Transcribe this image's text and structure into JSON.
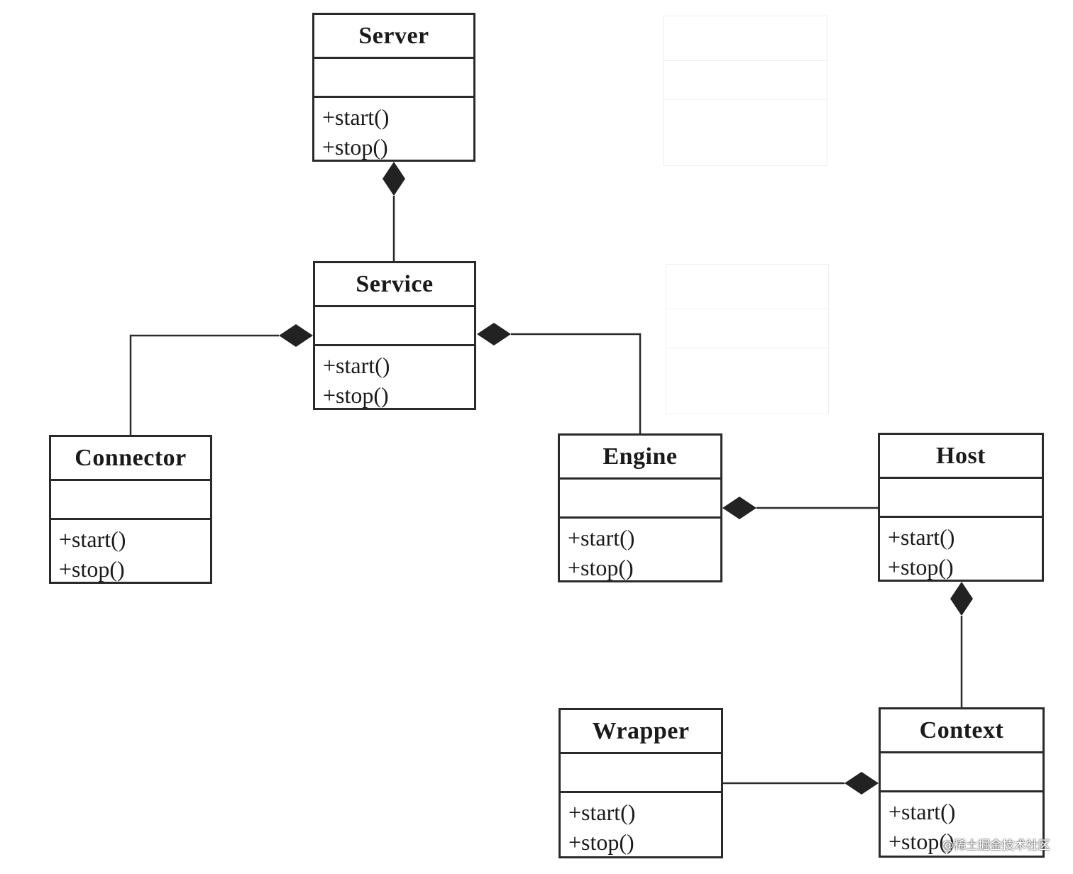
{
  "classes": {
    "server": {
      "name": "Server",
      "ops": [
        "+start()",
        "+stop()"
      ]
    },
    "service": {
      "name": "Service",
      "ops": [
        "+start()",
        "+stop()"
      ]
    },
    "connector": {
      "name": "Connector",
      "ops": [
        "+start()",
        "+stop()"
      ]
    },
    "engine": {
      "name": "Engine",
      "ops": [
        "+start()",
        "+stop()"
      ]
    },
    "host": {
      "name": "Host",
      "ops": [
        "+start()",
        "+stop()"
      ]
    },
    "wrapper": {
      "name": "Wrapper",
      "ops": [
        "+start()",
        "+stop()"
      ]
    },
    "context": {
      "name": "Context",
      "ops": [
        "+start()",
        "+stop()"
      ]
    }
  },
  "relations": [
    {
      "whole": "Server",
      "part": "Service",
      "type": "composition"
    },
    {
      "whole": "Service",
      "part": "Connector",
      "type": "composition"
    },
    {
      "whole": "Service",
      "part": "Engine",
      "type": "composition"
    },
    {
      "whole": "Engine",
      "part": "Host",
      "type": "composition"
    },
    {
      "whole": "Host",
      "part": "Context",
      "type": "composition"
    },
    {
      "whole": "Context",
      "part": "Wrapper",
      "type": "composition"
    }
  ],
  "watermark": "@稀土掘金技术社区",
  "colors": {
    "line": "#2a2a2a",
    "background": "#ffffff"
  }
}
